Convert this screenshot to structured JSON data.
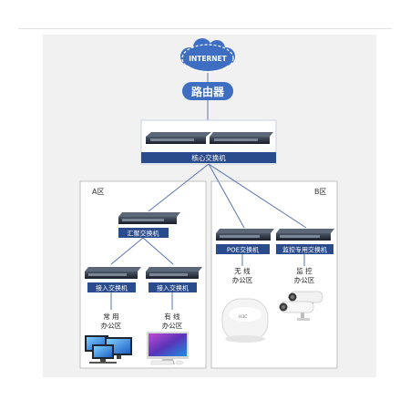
{
  "internet": "INTERNET",
  "router": "路由器",
  "core": "核心交换机",
  "zone_a": "A区",
  "zone_b": "B区",
  "aggregation": "汇聚交换机",
  "access_1": "接入交换机",
  "access_2": "接入交换机",
  "office_common": [
    "常 用",
    "办公区"
  ],
  "office_spare": [
    "有 线",
    "办公区"
  ],
  "poe_switch": "POE交换机",
  "monitor_switch": "监控专用交换机",
  "wireless_office": [
    "无 线",
    "办公区"
  ],
  "monitor_label": [
    "监 控",
    "办公区"
  ],
  "ap_brand": "H3C",
  "colors": {
    "blue_label": "#2a4b8c",
    "cloud": "#3d6ec1",
    "panel": "#f1f1f1",
    "line": "#5a73b0"
  }
}
